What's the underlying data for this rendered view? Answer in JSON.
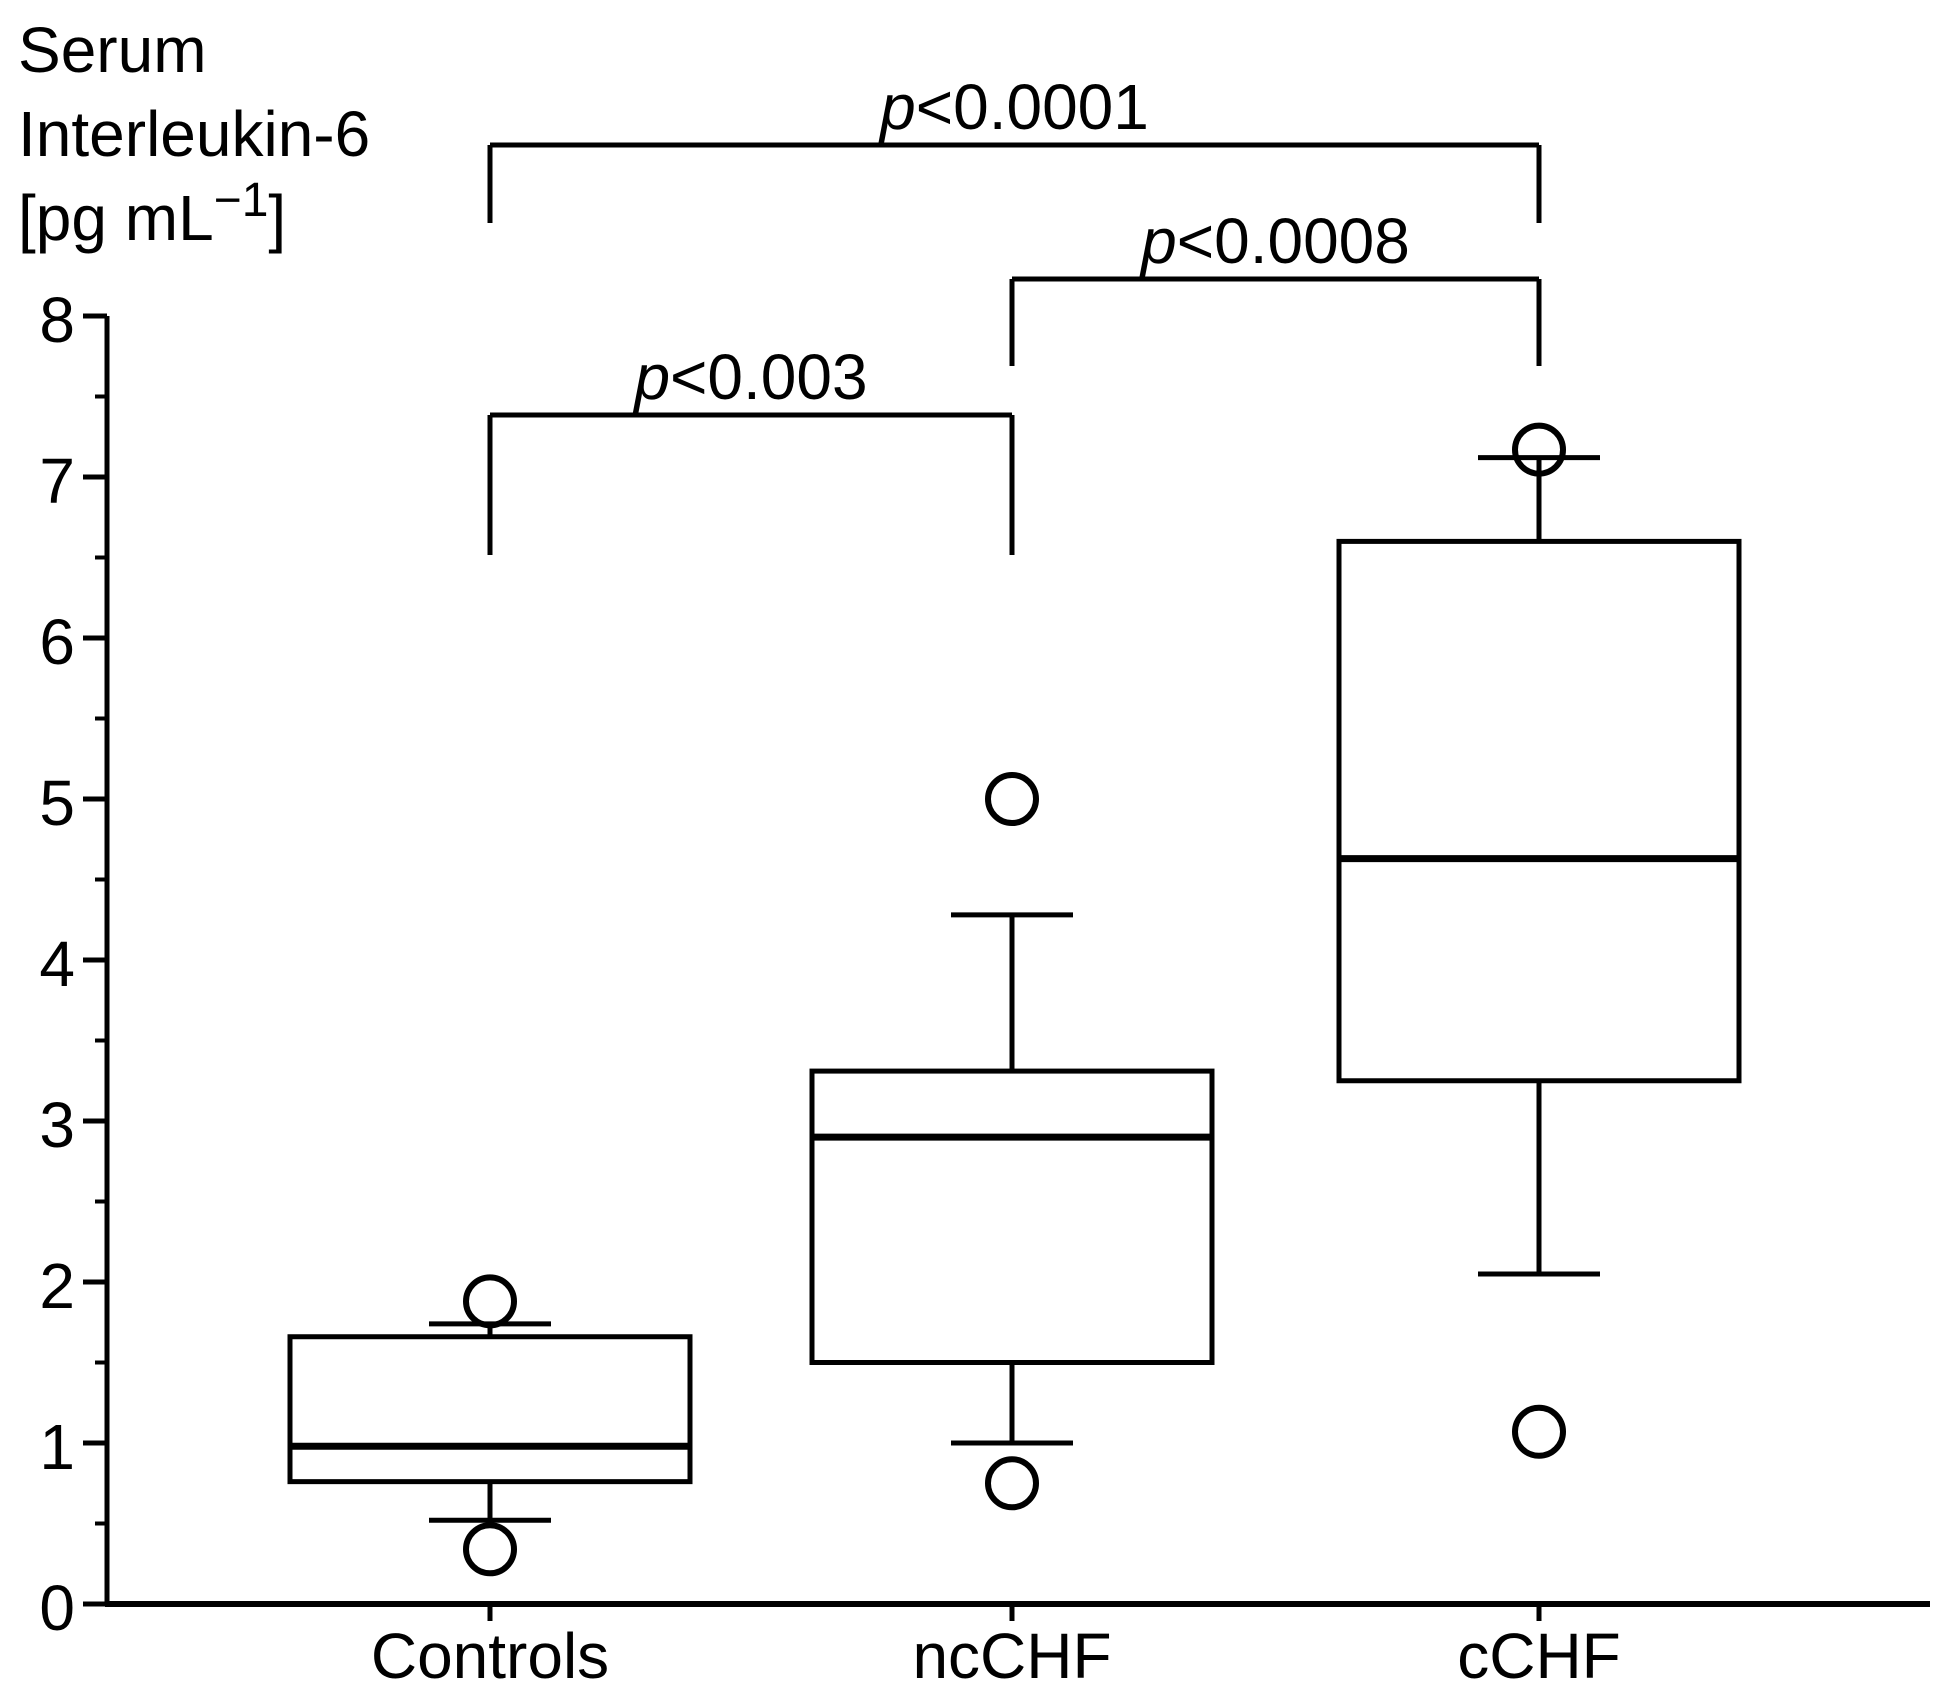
{
  "chart_data": {
    "type": "boxplot",
    "title_lines": [
      "Serum",
      "Interleukin-6",
      "[pg mL⁻¹]"
    ],
    "ylabel": "Serum Interleukin-6 [pg mL⁻¹]",
    "ylim": [
      0,
      8
    ],
    "y_major_ticks": [
      0,
      1,
      2,
      3,
      4,
      5,
      6,
      7,
      8
    ],
    "y_minor_step": 0.5,
    "grid": "off",
    "categories": [
      "Controls",
      "ncCHF",
      "cCHF"
    ],
    "series": [
      {
        "name": "Controls",
        "q1": 0.76,
        "median": 0.98,
        "q3": 1.66,
        "whisker_low": 0.52,
        "whisker_high": 1.74,
        "outliers": [
          1.88,
          0.34
        ]
      },
      {
        "name": "ncCHF",
        "q1": 1.5,
        "median": 2.9,
        "q3": 3.31,
        "whisker_low": 1.0,
        "whisker_high": 4.28,
        "outliers": [
          5.0,
          0.75
        ]
      },
      {
        "name": "cCHF",
        "q1": 3.25,
        "median": 4.63,
        "q3": 6.6,
        "whisker_low": 2.05,
        "whisker_high": 7.12,
        "outliers": [
          7.17,
          1.07
        ]
      }
    ],
    "comparisons": [
      {
        "from": "Controls",
        "to": "cCHF",
        "label": "p<0.0001"
      },
      {
        "from": "ncCHF",
        "to": "cCHF",
        "label": "p<0.0008"
      },
      {
        "from": "Controls",
        "to": "ncCHF",
        "label": "p<0.003"
      }
    ],
    "colors": {
      "stroke": "#000000",
      "background": "#ffffff"
    }
  }
}
